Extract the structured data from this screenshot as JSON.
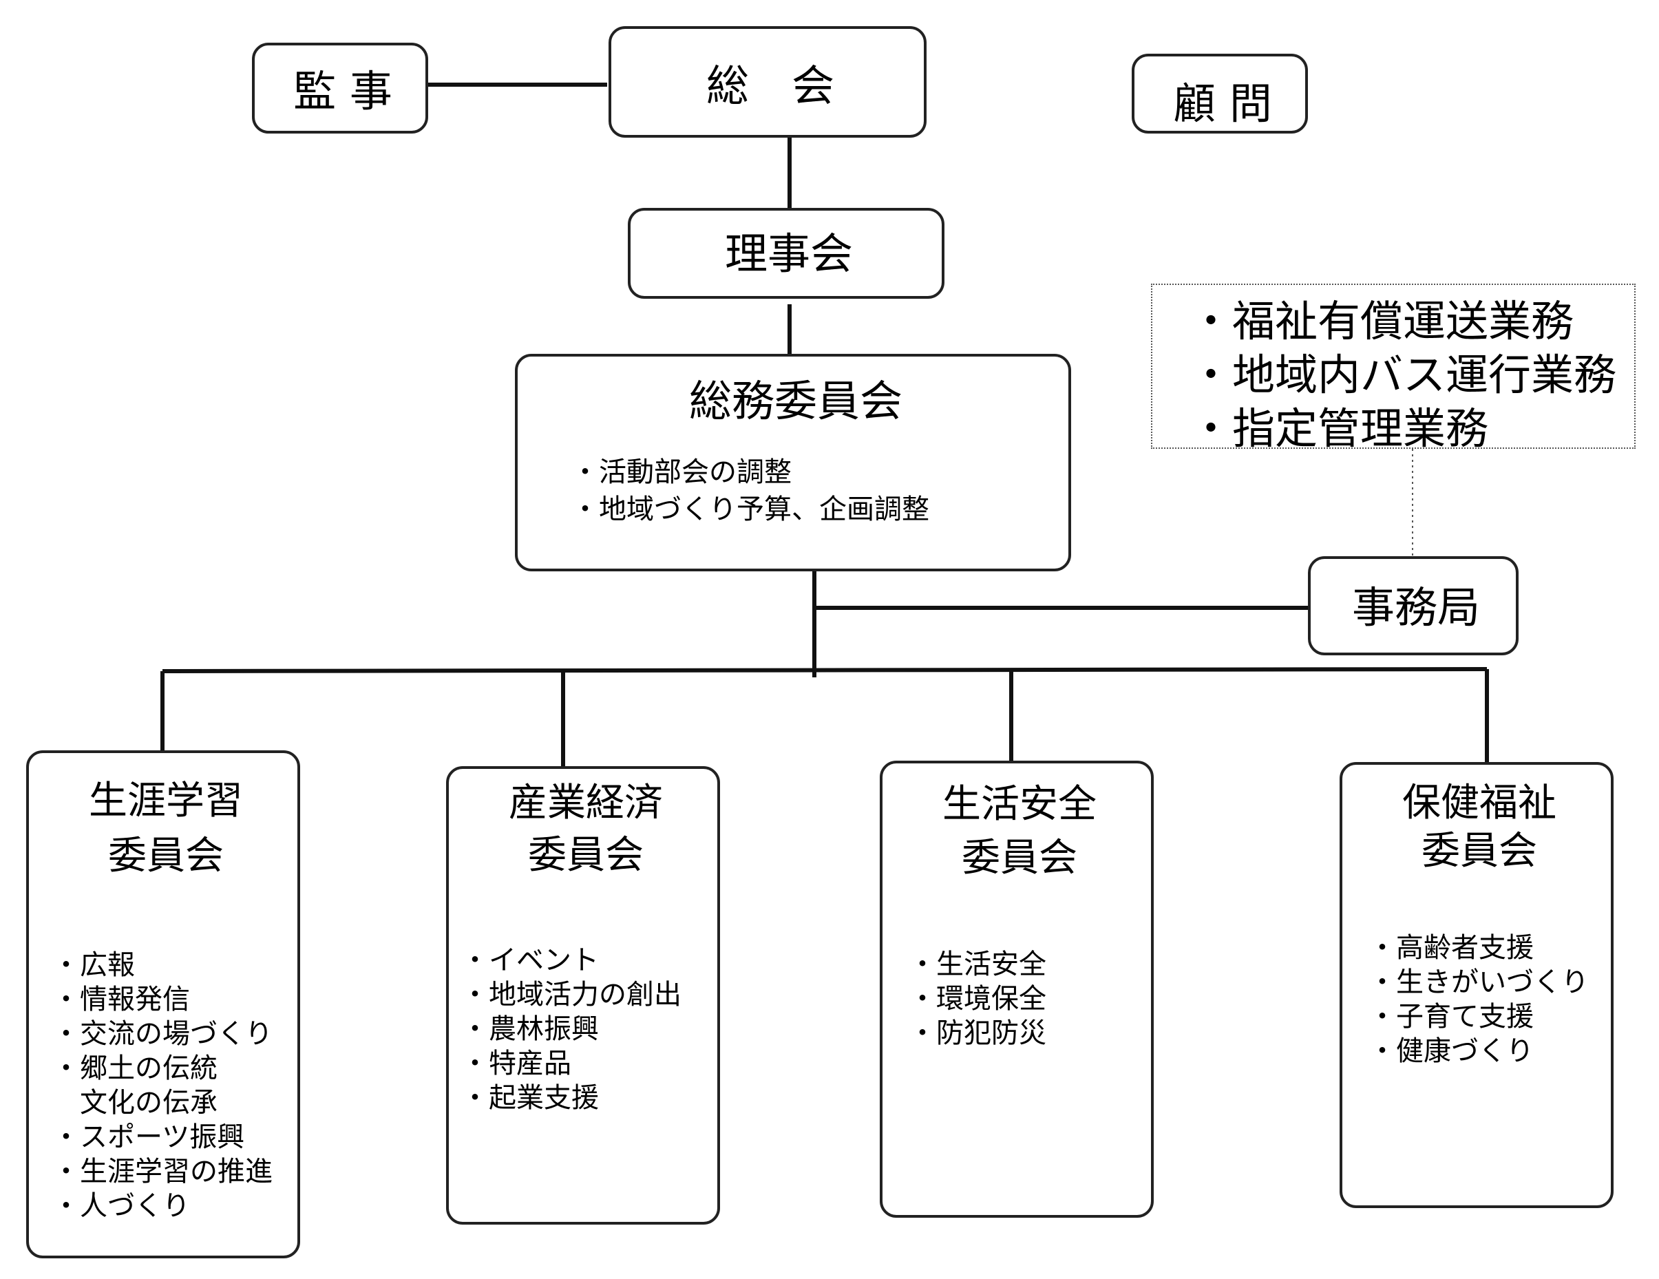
{
  "nodes": {
    "general_meeting": "総　会",
    "auditor": "監 事",
    "advisor": "顧 問",
    "board": "理事会",
    "general_affairs": {
      "title": "総務委員会",
      "items": [
        "・活動部会の調整",
        "・地域づくり予算、企画調整"
      ]
    },
    "secretariat": "事務局",
    "secretariat_tasks": [
      "・福祉有償運送業務",
      "・地域内バス運行業務",
      "・指定管理業務"
    ],
    "committees": [
      {
        "title_lines": [
          "生涯学習",
          "委員会"
        ],
        "items": [
          "・広報",
          "・情報発信",
          "・交流の場づくり",
          "・郷土の伝統",
          "　文化の伝承",
          "・スポーツ振興",
          "・生涯学習の推進",
          "・人づくり"
        ]
      },
      {
        "title_lines": [
          "産業経済",
          "委員会"
        ],
        "items": [
          "・イベント",
          "・地域活力の創出",
          "・農林振興",
          "・特産品",
          "・起業支援"
        ]
      },
      {
        "title_lines": [
          "生活安全",
          "委員会"
        ],
        "items": [
          "・生活安全",
          "・環境保全",
          "・防犯防災"
        ]
      },
      {
        "title_lines": [
          "保健福祉",
          "委員会"
        ],
        "items": [
          "・高齢者支援",
          "・生きがいづくり",
          "・子育て支援",
          "・健康づくり"
        ]
      }
    ]
  }
}
